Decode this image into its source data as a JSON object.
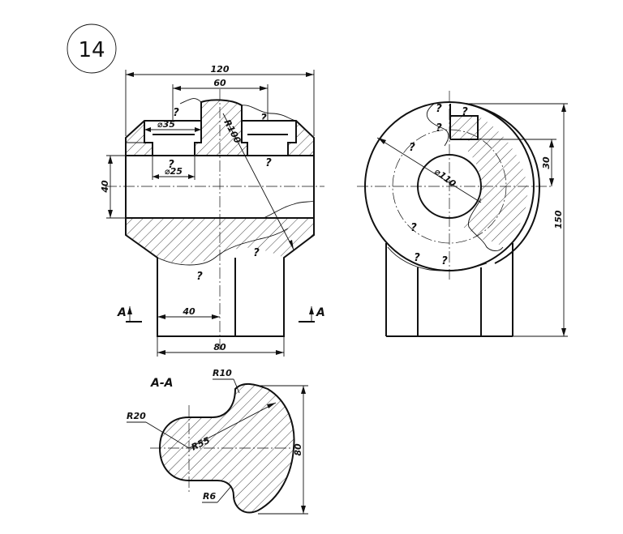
{
  "problem": {
    "number": "14"
  },
  "section": {
    "title": "A-A",
    "cut_left": "A",
    "cut_right": "A"
  },
  "front_view": {
    "dim_width_total": "120",
    "dim_slot_width": "60",
    "dim_bore_left": "⌀35",
    "dim_bore_small": "⌀25",
    "dim_hole_height": "40",
    "dim_radius": "R100",
    "dim_base_half": "40",
    "dim_base_width": "80"
  },
  "side_view": {
    "dim_hole_dia": "⌀110",
    "dim_slot_height": "30",
    "dim_total_height": "150"
  },
  "section_view": {
    "dim_r10": "R10",
    "dim_r20": "R20",
    "dim_r55": "R55",
    "dim_r6": "R6",
    "dim_height": "80"
  },
  "unknown_mark": "?"
}
